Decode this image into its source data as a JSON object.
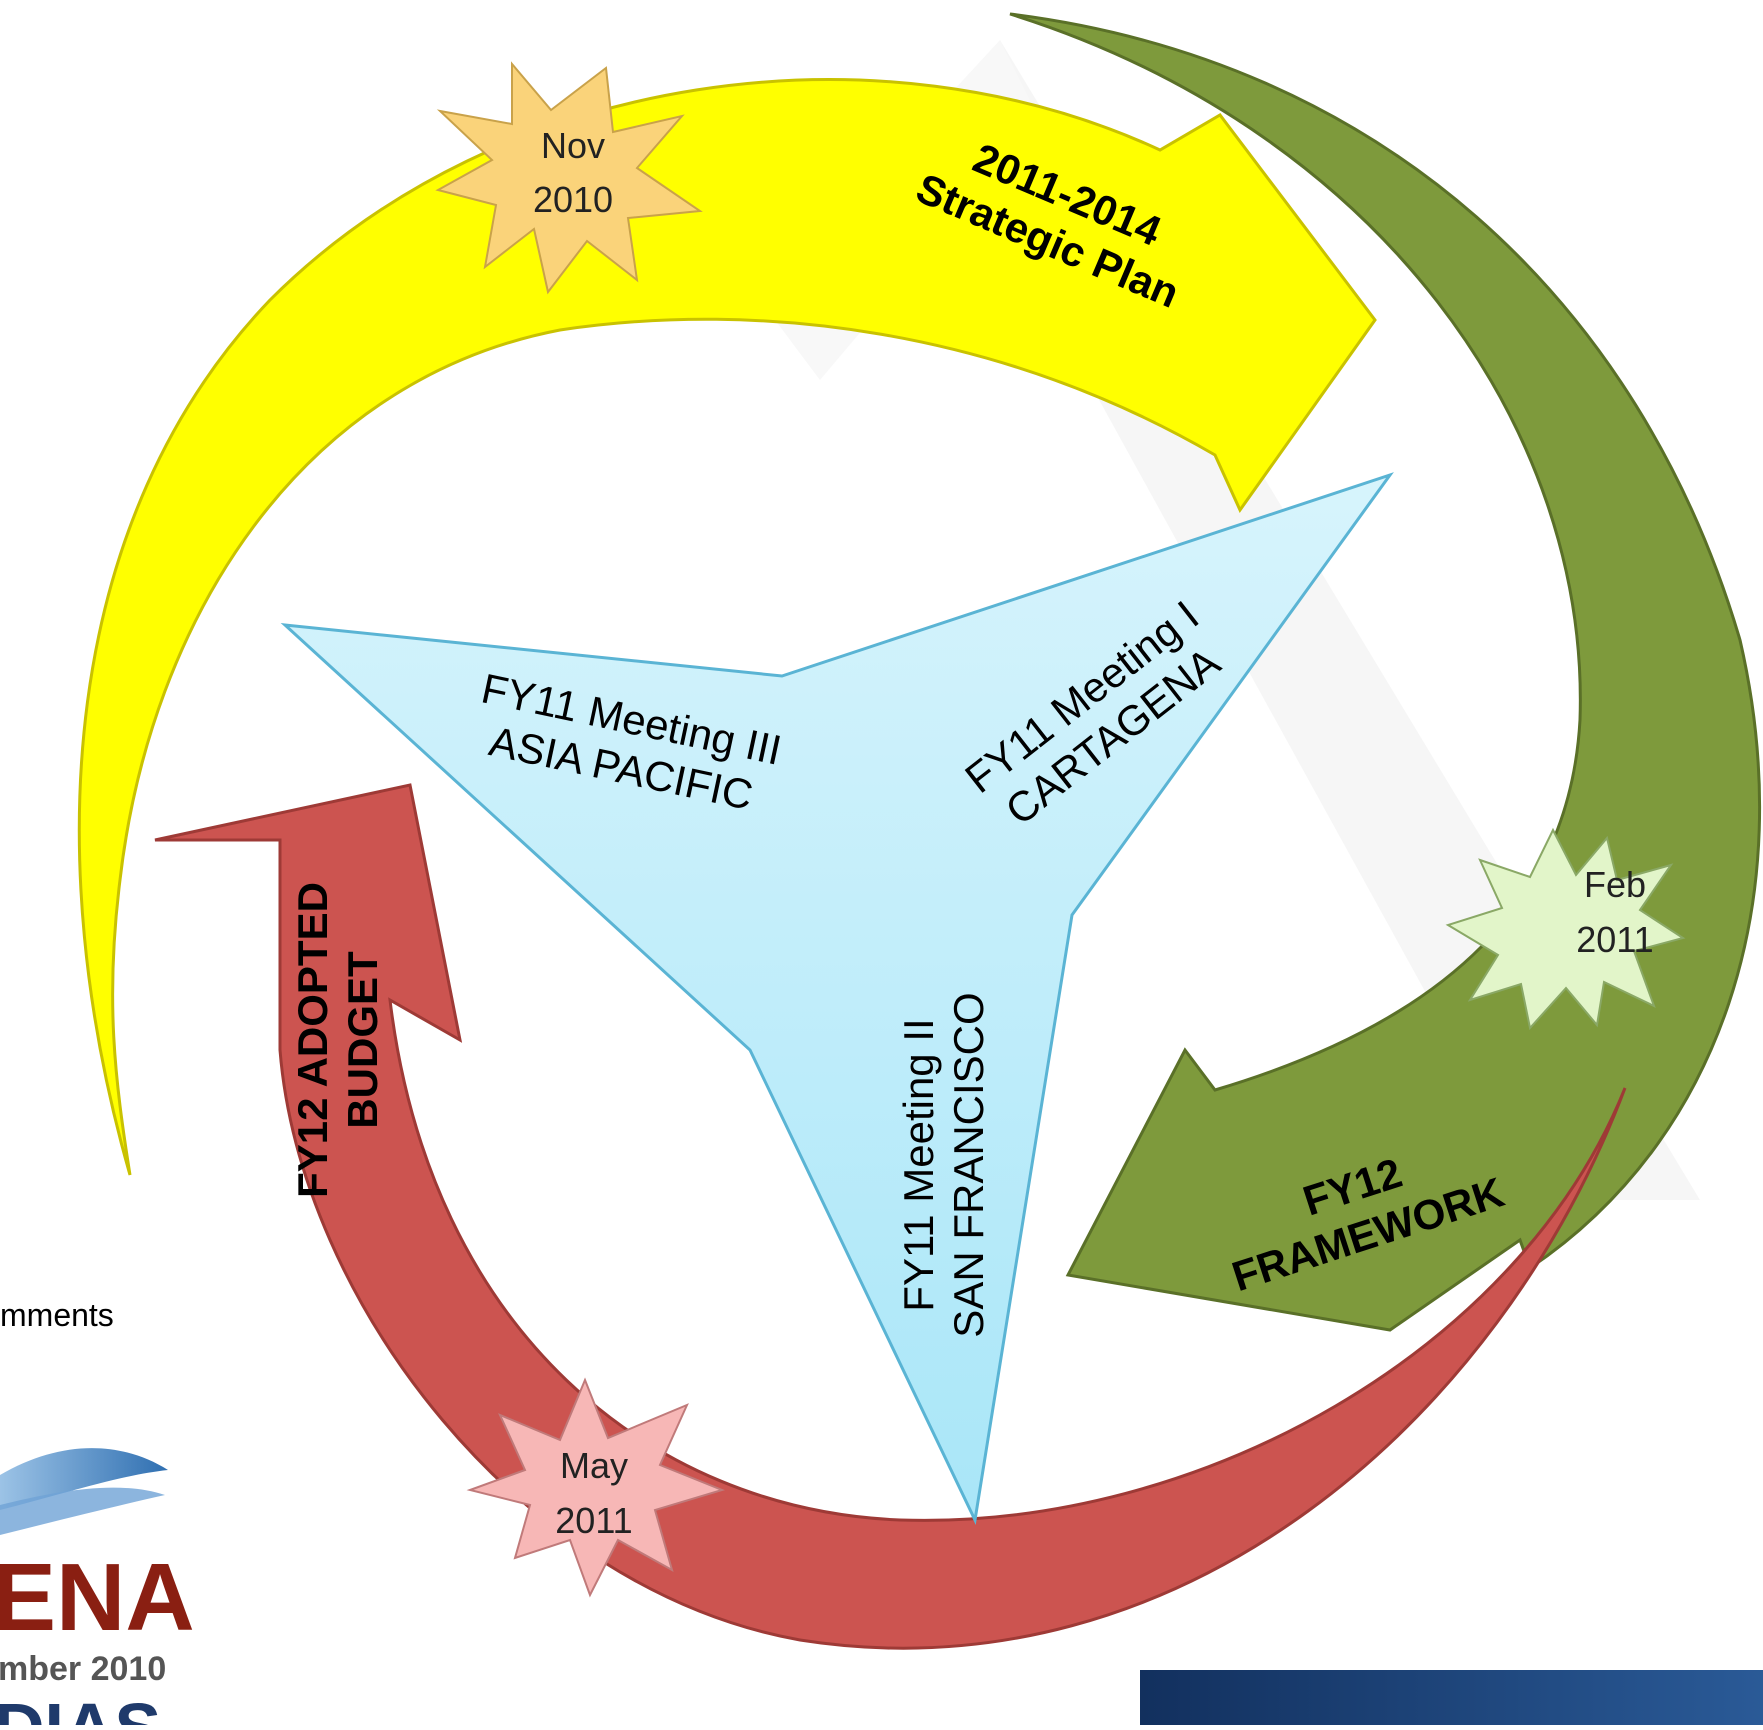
{
  "slide": {
    "side_text": "mments",
    "logo": {
      "main": "ENA",
      "sub": "mber 2010",
      "bottom": "DIAS"
    }
  },
  "cycle": {
    "arrows": [
      {
        "id": "strategic",
        "line1": "2011-2014",
        "line2": "Strategic Plan",
        "color": "#ffff00",
        "stroke": "#c9c200"
      },
      {
        "id": "framework",
        "line1": "FY12",
        "line2": "FRAMEWORK",
        "color": "#7e9a3c",
        "stroke": "#5a7028"
      },
      {
        "id": "budget",
        "line1": "FY12 ADOPTED",
        "line2": "BUDGET",
        "color": "#cc5450",
        "stroke": "#9e3a36"
      }
    ],
    "bursts": [
      {
        "id": "nov",
        "line1": "Nov",
        "line2": "2010",
        "fill": "#fad37a"
      },
      {
        "id": "feb",
        "line1": "Feb",
        "line2": "2011",
        "fill": "#e2f5c9"
      },
      {
        "id": "may",
        "line1": "May",
        "line2": "2011",
        "fill": "#f7b7b6"
      }
    ],
    "meetings": [
      {
        "id": "meeting1",
        "line1": "FY11 Meeting I",
        "line2": "CARTAGENA"
      },
      {
        "id": "meeting2",
        "line1": "FY11 Meeting II",
        "line2": "SAN FRANCISCO"
      },
      {
        "id": "meeting3",
        "line1": "FY11 Meeting III",
        "line2": "ASIA PACIFIC"
      }
    ],
    "colors": {
      "tri_fill_top": "#d7f4fc",
      "tri_fill_bottom": "#a9e6f8",
      "tri_stroke": "#5ab4d4"
    }
  }
}
